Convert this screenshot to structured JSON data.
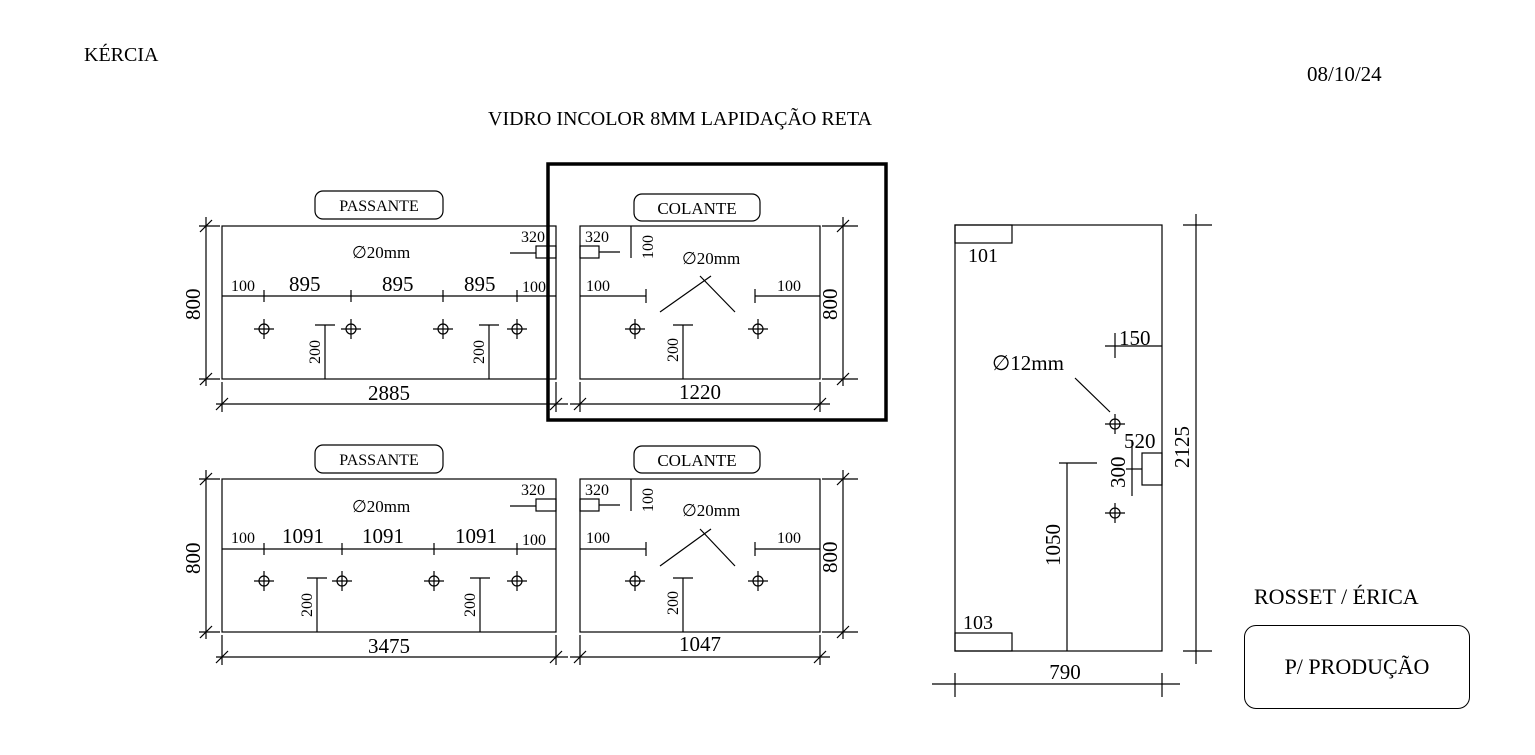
{
  "header": {
    "client": "KÉRCIA",
    "date": "08/10/24",
    "spec": "VIDRO INCOLOR  8MM LAPIDAÇÃO RETA"
  },
  "panels": [
    {
      "label": "PASSANTE",
      "width": "2885",
      "height": "800",
      "hole_label": "∅20mm",
      "spacings": [
        "100",
        "895",
        "895",
        "895",
        "100"
      ],
      "notch": "320",
      "hole_offsets": [
        "200",
        "200"
      ]
    },
    {
      "label": "COLANTE",
      "width": "1220",
      "height": "800",
      "hole_label": "∅20mm",
      "notch": "320",
      "notch_h": "100",
      "edge_left": "100",
      "edge_right": "100",
      "hole_offset": "200"
    },
    {
      "label": "PASSANTE",
      "width": "3475",
      "height": "800",
      "hole_label": "∅20mm",
      "spacings": [
        "100",
        "1091",
        "1091",
        "1091",
        "100"
      ],
      "notch": "320",
      "hole_offsets": [
        "200",
        "200"
      ]
    },
    {
      "label": "COLANTE",
      "width": "1047",
      "height": "800",
      "hole_label": "∅20mm",
      "notch": "320",
      "notch_h": "100",
      "edge_left": "100",
      "edge_right": "100",
      "hole_offset": "200"
    },
    {
      "label": "",
      "width": "790",
      "height": "2125",
      "hole_label": "∅12mm",
      "corner_top": "101",
      "corner_bottom": "103",
      "hinge_offset": "150",
      "hinge_size": "520",
      "hole_spacing": "300",
      "hole_height": "1050"
    }
  ],
  "footer": {
    "client2": "ROSSET / ÉRICA",
    "status": "P/ PRODUÇÃO"
  }
}
